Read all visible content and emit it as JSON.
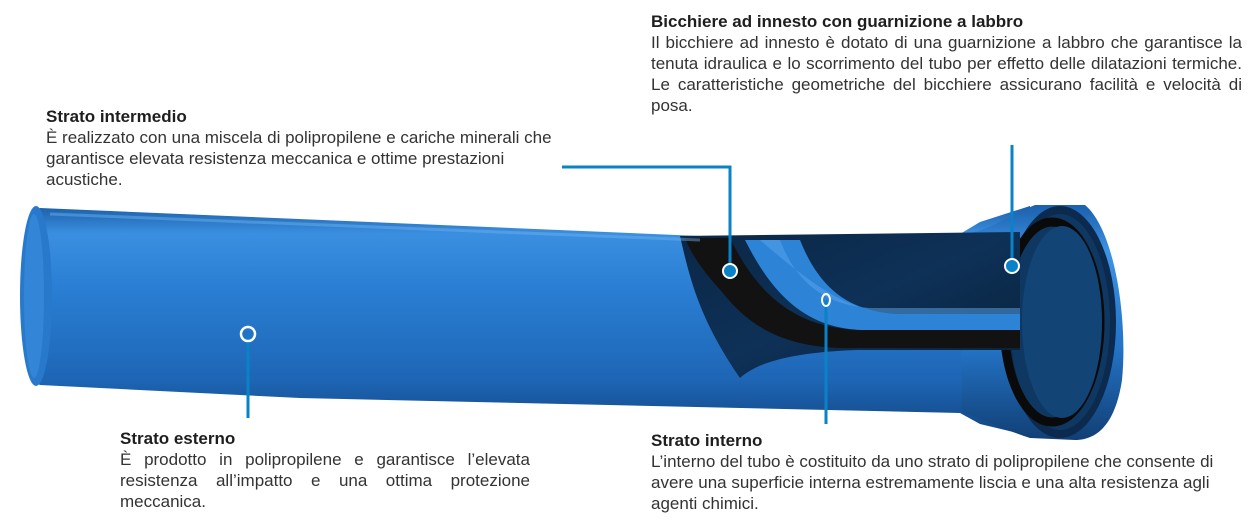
{
  "callouts": {
    "intermedio": {
      "title": "Strato intermedio",
      "text": "È realizzato con una miscela di polipropilene e cariche minerali che garantisce elevata resistenza meccanica e ottime prestazioni acustiche."
    },
    "bicchiere": {
      "title": "Bicchiere ad innesto con guarnizione a labbro",
      "text": "Il bicchiere ad innesto è dotato di una guarnizione a labbro che garantisce la tenuta idraulica e lo scorrimento del tubo per effetto delle dilatazioni termiche. Le caratteristiche geometriche del bicchiere assicurano facilità e velocità di posa."
    },
    "esterno": {
      "title": "Strato esterno",
      "text": "È prodotto in polipropilene e garantisce l’elevata resistenza all’impatto e una ottima protezione meccanica."
    },
    "interno": {
      "title": "Strato interno",
      "text": "L’interno del tubo è costituito da uno strato di polipropilene che consente di avere una superficie interna estremamente liscia e una alta resistenza agli agenti chimici."
    }
  },
  "colors": {
    "pipe_blue": "#1f6fc0",
    "leader_line": "#0a82c8",
    "inner_layer": "#111111"
  }
}
